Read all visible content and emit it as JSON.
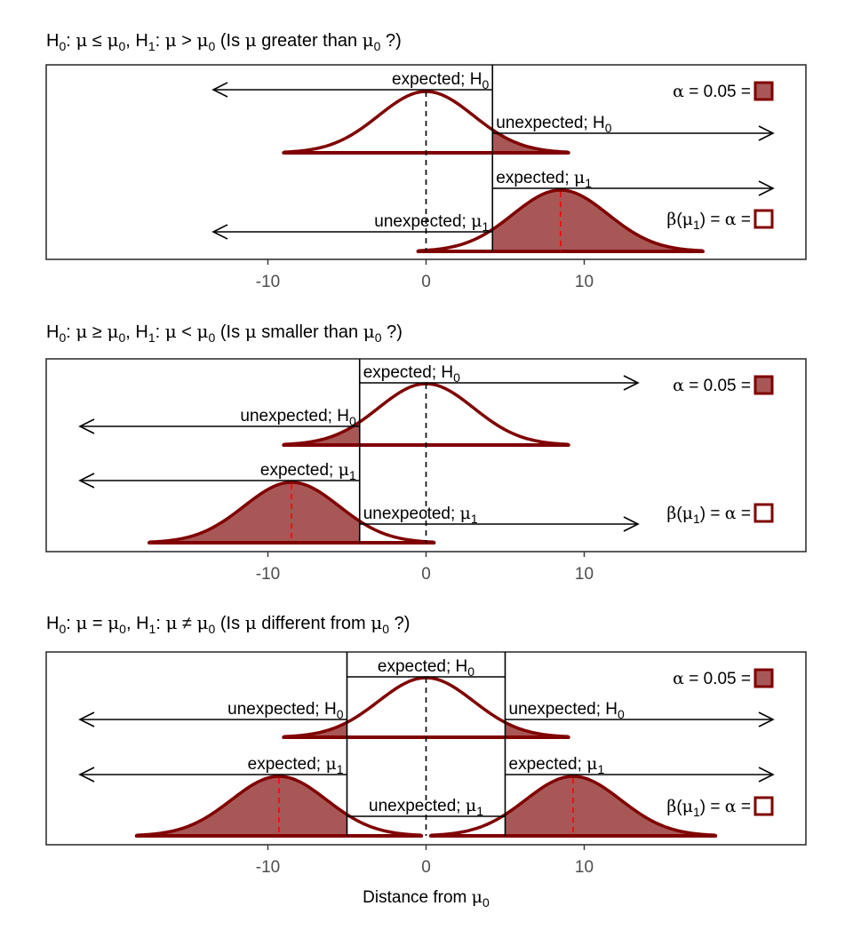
{
  "chart_data": [
    {
      "type": "area",
      "title": "H₀: μ ≤ μ₀,  H₁: μ > μ₀   (Is μ greater than μ₀ ?)",
      "xlim": [
        -24,
        24
      ],
      "xticks": [
        -10,
        0,
        10
      ],
      "tick_labels": [
        "-10",
        "0",
        "10"
      ],
      "critical_values": [
        4.2
      ],
      "null": {
        "mean": 0,
        "sd": 3,
        "range": [
          -9,
          9
        ],
        "shaded_tail": "right"
      },
      "alternatives": [
        {
          "mean": 8.5,
          "sd": 3,
          "range": [
            -0.5,
            17.5
          ],
          "shaded": [
            4.2,
            17.5
          ]
        }
      ],
      "annotations": [
        {
          "row": "null",
          "text": "expected; H₀",
          "side": "left",
          "arrow": "left"
        },
        {
          "row": "null",
          "text": "unexpected; H₀",
          "side": "right",
          "arrow": "right"
        },
        {
          "row": "alt",
          "text": "expected; μ₁",
          "side": "right",
          "arrow": "right"
        },
        {
          "row": "alt",
          "text": "unexpected; μ₁",
          "side": "left",
          "arrow": "left"
        }
      ],
      "legend": {
        "alpha": "α = 0.05 =",
        "beta": "β(μ₁) = α =",
        "placement": "right"
      }
    },
    {
      "type": "area",
      "title": "H₀: μ ≥ μ₀,  H₁: μ < μ₀   (Is μ smaller than μ₀ ?)",
      "xlim": [
        -24,
        24
      ],
      "xticks": [
        -10,
        0,
        10
      ],
      "tick_labels": [
        "-10",
        "0",
        "10"
      ],
      "critical_values": [
        -4.2
      ],
      "null": {
        "mean": 0,
        "sd": 3,
        "range": [
          -9,
          9
        ],
        "shaded_tail": "left"
      },
      "alternatives": [
        {
          "mean": -8.5,
          "sd": 3,
          "range": [
            -17.5,
            0.5
          ],
          "shaded": [
            -17.5,
            -4.2
          ]
        }
      ],
      "annotations": [
        {
          "row": "null",
          "text": "expected; H₀",
          "side": "right",
          "arrow": "right"
        },
        {
          "row": "null",
          "text": "unexpected; H₀",
          "side": "left",
          "arrow": "left"
        },
        {
          "row": "alt",
          "text": "expected; μ₁",
          "side": "left",
          "arrow": "left"
        },
        {
          "row": "alt",
          "text": "unexpected; μ₁",
          "side": "right",
          "arrow": "right"
        }
      ],
      "legend": {
        "alpha": "α = 0.05 =",
        "beta": "β(μ₁) = α =",
        "placement": "right"
      }
    },
    {
      "type": "area",
      "title": "H₀: μ = μ₀,  H₁: μ ≠ μ₀   (Is μ different from μ₀ ?)",
      "xlim": [
        -24,
        24
      ],
      "xticks": [
        -10,
        0,
        10
      ],
      "tick_labels": [
        "-10",
        "0",
        "10"
      ],
      "xlabel": "Distance from μ₀",
      "critical_values": [
        -5,
        5
      ],
      "null": {
        "mean": 0,
        "sd": 3,
        "range": [
          -9,
          9
        ],
        "shaded_tail": "both"
      },
      "alternatives": [
        {
          "mean": -9.3,
          "sd": 3,
          "range": [
            -18.3,
            -0.3
          ],
          "shaded": [
            -18.3,
            -5
          ]
        },
        {
          "mean": 9.3,
          "sd": 3,
          "range": [
            0.3,
            18.3
          ],
          "shaded": [
            5,
            18.3
          ]
        }
      ],
      "annotations": [
        {
          "row": "null",
          "text": "expected; H₀",
          "side": "center",
          "arrow": "none"
        },
        {
          "row": "null",
          "text": "unexpected; H₀",
          "side": "left",
          "arrow": "left"
        },
        {
          "row": "null",
          "text": "unexpected; H₀",
          "side": "right",
          "arrow": "right"
        },
        {
          "row": "alt",
          "text": "expected; μ₁",
          "side": "left",
          "arrow": "left"
        },
        {
          "row": "alt",
          "text": "expected; μ₁",
          "side": "right",
          "arrow": "right"
        },
        {
          "row": "alt",
          "text": "unexpected; μ₁",
          "side": "center",
          "arrow": "none"
        }
      ],
      "legend": {
        "alpha": "α = 0.05 =",
        "beta": "β(μ₁) = α =",
        "placement": "right"
      }
    }
  ],
  "colors": {
    "curve": "#800000",
    "fill": "#a85757",
    "panel_border": "#333333",
    "tick_text": "#4d4d4d"
  }
}
